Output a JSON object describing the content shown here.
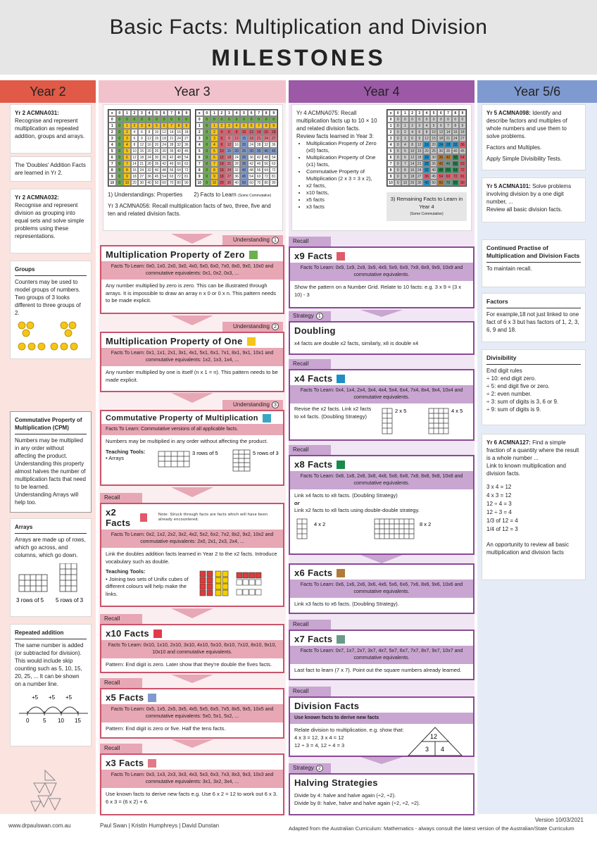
{
  "header": {
    "title": "Basic Facts: Multiplication and Division",
    "subtitle": "MILESTONES"
  },
  "columns": [
    {
      "label": "Year 2",
      "color": "#e05a47"
    },
    {
      "label": "Year 3",
      "color": "#f2c2cc"
    },
    {
      "label": "Year 4",
      "color": "#9b59a6"
    },
    {
      "label": "Year 5/6",
      "color": "#7f9ad0"
    }
  ],
  "y2": {
    "a031_title": "Yr 2 ACMNA031:",
    "a031_text": "Recognise and represent multiplication as repeated addition, groups and arrays.",
    "doubles": "The 'Doubles' Addition Facts are learned in Yr 2.",
    "a032_title": "Yr 2 ACMNA032:",
    "a032_text": "Recognise and represent division as grouping into equal sets and solve simple problems using these representations.",
    "groups_title": "Groups",
    "groups_text": "Counters may be used to model groups of numbers. Two groups of 3 looks different to three groups of 2.",
    "cpm_title": "Commutative Property of Multiplication (CPM)",
    "cpm_text": "Numbers may be multiplied in any order without affecting the product. Understanding this property almost halves the number of multiplication facts that need to be learned. Understanding Arrays will help too.",
    "arrays_title": "Arrays",
    "arrays_text": "Arrays are made up of rows, which go across, and columns, which go down.",
    "arr_l1": "3 rows of 5",
    "arr_l2": "5 rows of 3",
    "rep_title": "Repeated addition",
    "rep_text": "The same number is added (or subtracted for division). This would include skip counting such as 5, 10, 15, 20, 25, ... It can be shown on a number line.",
    "nl_plus": "+5",
    "nl": [
      "0",
      "5",
      "10",
      "15"
    ]
  },
  "y3": {
    "cap1": "1) Understandings: Properties",
    "cap2": "2) Facts to Learn",
    "cap2b": "(Some Commutative)",
    "a056": "Yr 3 ACMNA056: Recall multiplication facts of two, three, five and ten and related division facts.",
    "understanding": "Understanding",
    "recall": "Recall",
    "zero_title": "Multiplication Property of Zero",
    "zero_ftl": "Facts To Learn: 0x0, 1x0, 2x0, 3x0, 4x0, 5x0, 6x0, 7x0, 8x0, 9x0, 10x0 and commutative equivalents: 0x1, 0x2, 0x3, ...",
    "zero_body": "Any number multiplied by zero is zero. This can be illustrated through arrays. It is impossible to draw an array n x 0 or 0 x n. This pattern needs to be made explicit.",
    "one_title": "Multiplication Property of One",
    "one_ftl": "Facts To Learn: 0x1, 1x1, 2x1, 3x1, 4x1, 5x1, 6x1, 7x1, 8x1, 9x1, 10x1 and commutative equivalents: 1x2, 1x3, 1x4, ...",
    "one_body": "Any number multiplied by one is itself (n x 1 = n). This pattern needs to be made explicit.",
    "comm_title": "Commutative Property of Multiplication",
    "comm_ftl": "Facts To Learn: Commutative versions of all applicable facts.",
    "comm_body": "Numbers may be multiplied in any order without affecting the product.",
    "tt": "Teaching Tools:",
    "tt_arrays": "Arrays",
    "rows5": "3 rows of 5",
    "rows3": "5 rows of 3",
    "x2_title": "x2 Facts",
    "x2_note": "Note: Struck through facts are facts which will have been already encountered.",
    "x2_ftl": "Facts To Learn: 0x2, 1x2, 2x2, 3x2, 4x2, 5x2, 6x2, 7x2, 8x2, 9x2, 10x2 and commutative equivalents: 2x0, 2x1, 2x3, 2x4, ...",
    "x2_body": "Link the doubles addition facts learned in Year 2 to the x2 facts. Introduce vocabulary such as double.",
    "x2_tt": "Joining two sets of Unifix cubes of different colours will help make the links.",
    "x10_title": "x10 Facts",
    "x10_ftl": "Facts To Learn: 0x10, 1x10, 2x10, 3x10, 4x10, 5x10, 6x10, 7x10, 8x10, 9x10, 10x10 and commutative equivalents.",
    "x10_body": "Pattern: End digit is zero. Later show that they're double the fives facts.",
    "x5_title": "x5 Facts",
    "x5_ftl": "Facts To Learn: 0x5, 1x5, 2x5, 3x5, 4x5, 5x5, 6x5, 7x5, 8x5, 9x5, 10x5 and commutative equivalents: 5x0, 5x1, 5x2, ...",
    "x5_body": "Pattern: End digit is zero or five. Half the tens facts.",
    "x3_title": "x3 Facts",
    "x3_ftl": "Facts To Learn: 0x3, 1x3, 2x3, 3x3, 4x3, 5x3, 6x3, 7x3, 8x3, 9x3, 10x3 and commutative equivalents: 3x1, 3x2, 3x4, ...",
    "x3_body": "Use known facts to derive new facts e.g. Use 6 x 2 = 12 to work out 6 x 3. 6 x 3 = (6 x 2) + 6."
  },
  "y4": {
    "a075": "Yr 4 ACMNA075: Recall multiplication facts up to 10 × 10 and related division facts.",
    "review": "Review facts learned in Year 3:",
    "list": [
      "Multiplication Property of Zero (x0) facts,",
      "Multiplication Property of One (x1) facts,",
      "Commutative Property of Multiplication (2 x 3 = 3 x 2),",
      "x2 facts,",
      "x10 facts,",
      "x5 facts",
      "x3 facts"
    ],
    "cap3": "3) Remaining Facts to Learn in Year 4",
    "cap3b": "(Some Commutative)",
    "recall": "Recall",
    "strategy": "Strategy",
    "x9_title": "x9 Facts",
    "x9_ftl": "Facts To Learn: 0x9, 1x9, 2x9, 3x9, 4x9, 5x9, 6x9, 7x9, 8x9, 9x9, 10x9 and commutative equivalents.",
    "x9_body": "Show the pattern on a Number Grid. Relate to 10 facts: e.g. 3 x 9 = (3 x 10) - 3",
    "dbl_title": "Doubling",
    "dbl_body": "x4 facts are double x2 facts, similarly, x8 is double x4",
    "x4_title": "x4 Facts",
    "x4_ftl": "Facts To Learn: 0x4, 1x4, 2x4, 3x4, 4x4, 5x4, 6x4, 7x4, 8x4, 9x4, 10x4 and commutative equivalents.",
    "x4_body": "Revise the x2 facts. Link x2 facts to x4 facts. (Doubling Strategy)",
    "lbl2x5": "2 x 5",
    "lbl4x5": "4 x 5",
    "x8_title": "x8 Facts",
    "x8_ftl": "Facts To Learn: 0x8, 1x8, 2x8, 3x8, 4x8, 5x8, 6x8, 7x8, 8x8, 9x8, 10x8 and commutative equivalents.",
    "x8_b1": "Link x4 facts to x8 facts. (Doubling Strategy)",
    "x8_or": "or",
    "x8_b2": "Link x2 facts to x8 facts using double-double strategy.",
    "lbl4x2": "4 x 2",
    "lbl8x2": "8 x 2",
    "x6_title": "x6 Facts",
    "x6_ftl": "Facts To Learn: 0x6, 1x6, 2x6, 3x6, 4x6, 5x6, 6x6, 7x6, 8x6, 9x6, 10x6 and commutative equivalents.",
    "x6_body": "Link x3 facts to x6 facts. (Doubling Strategy).",
    "x7_title": "x7 Facts",
    "x7_ftl": "Facts To Learn: 0x7, 1x7, 2x7, 3x7, 4x7, 5x7, 6x7, 7x7, 8x7, 9x7, 10x7 and commutative equivalents.",
    "x7_body": "Last fact to learn (7 x 7). Point out the square numbers already learned.",
    "div_title": "Division Facts",
    "div_ftl": "Use known facts to derive new facts",
    "div_b1": "Relate division to multiplication. e.g. show that:",
    "div_b2": "4 x 3 = 12,   3 x 4 = 12",
    "div_b3": "12 ÷ 3 = 4,   12 ÷ 4 = 3",
    "tri_top": "12",
    "tri_l": "3",
    "tri_r": "4",
    "half_title": "Halving Strategies",
    "half_b1": "Divide by 4: halve and halve again (÷2, ÷2).",
    "half_b2": "Divide by 8: halve, halve and halve again (÷2, ÷2, ÷2)."
  },
  "y56": {
    "a098_title": "Yr 5 ACMNA098:",
    "a098": "Identify and describe factors and multiples of whole numbers and use them to solve problems.",
    "fm": "Factors and Multiples.",
    "div": "Apply Simple Divisibility Tests.",
    "a101_title": "Yr 5 ACMNA101:",
    "a101": "Solve problems involving division by a one digit number, ...",
    "a101b": "Review all basic division facts.",
    "cp_title": "Continued Practise of Multiplication and Division Facts",
    "cp": "To maintain recall.",
    "fac_title": "Factors",
    "fac": "For example,18 not just linked to one fact of 6 x 3 but has factors of 1, 2, 3, 6, 9 and 18.",
    "divy_title": "Divisibility",
    "divy": [
      "End digit rules",
      "÷ 10: end digit zero.",
      "÷ 5: end digit five or zero.",
      "÷ 2: even number.",
      "÷ 3: sum of digits is 3, 6 or 9.",
      "÷ 9: sum of digits is 9."
    ],
    "a127_title": "Yr 6 ACMNA127:",
    "a127": "Find a simple fraction of a quantity where the result is a whole number ...",
    "a127b": "Link to known multiplication and division facts.",
    "eq": [
      "3 x 4 = 12",
      "4 x 3 = 12",
      "12 ÷ 4 = 3",
      "12 ÷ 3 = 4",
      "1/3 of 12 = 4",
      "1/4 of 12 = 3"
    ],
    "review": "An opportunity to review all basic multiplication and division facts"
  },
  "footer": {
    "site": "www.drpaulswan.com.au",
    "authors": "Paul Swan | Kristin Humphreys | David Dunstan",
    "adapted": "Adapted from the Australian Curriculum: Mathematics - always consult the latest version of the Australian/State Curriculum",
    "version": "Version 10/03/2021"
  },
  "colors": {
    "zero": "#6ab04c",
    "one": "#f5c518",
    "comm": "#3ba6c4",
    "x2": "#e05a6a",
    "x10": "#e03a4a",
    "x5": "#7f9ad0",
    "x3": "#e07a8a",
    "x9": "#e05a6a",
    "x4": "#1f8fc4",
    "x8": "#1a8a4a",
    "x6": "#b07a3a",
    "x7": "#6a9a8a"
  }
}
